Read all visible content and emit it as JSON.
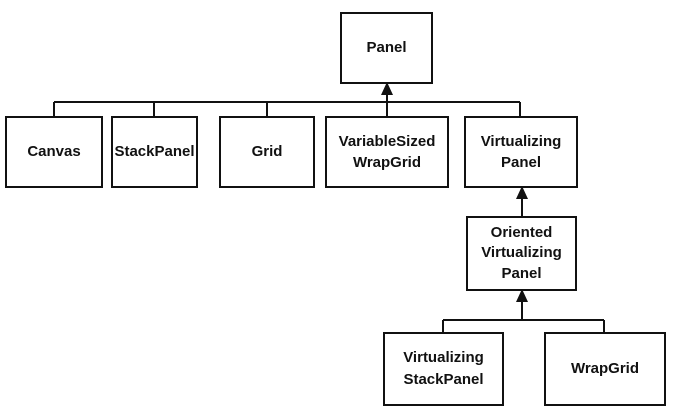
{
  "diagram": {
    "nodes": [
      {
        "id": "panel",
        "lines": [
          "Panel"
        ]
      },
      {
        "id": "canvas",
        "lines": [
          "Canvas"
        ]
      },
      {
        "id": "stackpanel",
        "lines": [
          "StackPanel"
        ]
      },
      {
        "id": "grid",
        "lines": [
          "Grid"
        ]
      },
      {
        "id": "variablesizedwrapgrid",
        "lines": [
          "VariableSized",
          "WrapGrid"
        ]
      },
      {
        "id": "virtualizingpanel",
        "lines": [
          "Virtualizing",
          "Panel"
        ]
      },
      {
        "id": "orientedvirtualizingpanel",
        "lines": [
          "Oriented",
          "Virtualizing",
          "Panel"
        ]
      },
      {
        "id": "virtualizingstackpanel",
        "lines": [
          "Virtualizing",
          "StackPanel"
        ]
      },
      {
        "id": "wrapgrid",
        "lines": [
          "WrapGrid"
        ]
      }
    ],
    "inheritance": [
      {
        "parent": "panel",
        "children": [
          "canvas",
          "stackpanel",
          "grid",
          "variablesizedwrapgrid",
          "virtualizingpanel"
        ]
      },
      {
        "parent": "virtualizingpanel",
        "children": [
          "orientedvirtualizingpanel"
        ]
      },
      {
        "parent": "orientedvirtualizingpanel",
        "children": [
          "virtualizingstackpanel",
          "wrapgrid"
        ]
      }
    ]
  }
}
